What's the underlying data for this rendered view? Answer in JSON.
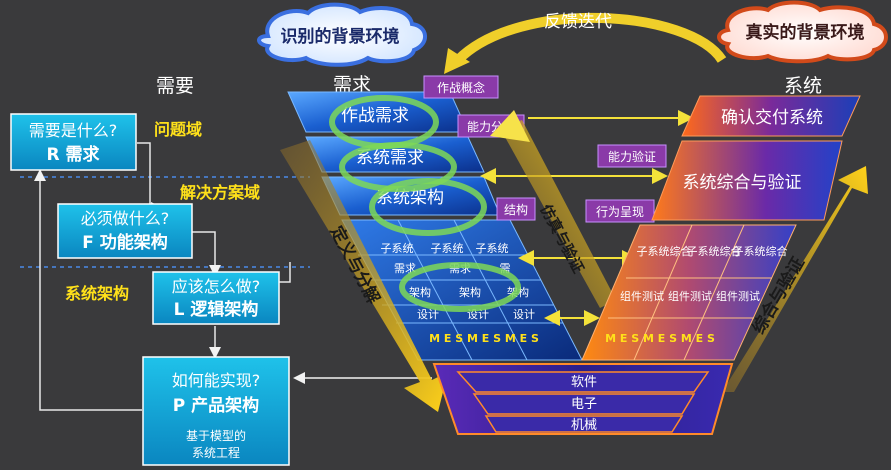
{
  "clouds": {
    "identified_context": "识别的背景环境",
    "real_context": "真实的背景环境",
    "feedback": "反馈迭代"
  },
  "left": {
    "heading": "需要",
    "domain_problem": "问题域",
    "domain_solution": "解决方案域",
    "domain_architecture": "系统架构",
    "box_r_q": "需要是什么?",
    "box_r_a": "R 需求",
    "box_f_q": "必须做什么?",
    "box_f_a": "F 功能架构",
    "box_l_q": "应该怎么做?",
    "box_l_a": "L 逻辑架构",
    "box_p_q": "如何能实现?",
    "box_p_a": "P 产品架构",
    "mbse_line1": "基于模型的",
    "mbse_line2": "系统工程"
  },
  "vee_left": {
    "title": "需求",
    "ops_req": "作战需求",
    "sys_req": "系统需求",
    "sys_arch": "系统架构",
    "subsystems": [
      "子系统",
      "子系统",
      "子系统"
    ],
    "sub_req": [
      "需求",
      "需求",
      "需"
    ],
    "sub_arch": [
      "架构",
      "架构",
      "架构"
    ],
    "sub_design": [
      "设计",
      "设计",
      "设计"
    ],
    "mes": "M E S M E S M E S",
    "diag_label": "定义与分解"
  },
  "vee_right": {
    "title": "系统",
    "confirm": "确认交付系统",
    "integrate": "系统综合与验证",
    "subsystems": [
      "子系统综合",
      "子系统综合",
      "子系统综合"
    ],
    "components": [
      "组件测试",
      "组件测试",
      "组件测试"
    ],
    "mes": "M E S M E S M E S",
    "diag_label": "综合与验证"
  },
  "center": {
    "concept": "作战概念",
    "capability_analysis": "能力分析",
    "capability_verify": "能力验证",
    "structure": "结构",
    "behavior": "行为呈现",
    "sim_verify": "仿真与验证"
  },
  "bottom": {
    "software": "软件",
    "electronics": "电子",
    "mechanical": "机械"
  }
}
